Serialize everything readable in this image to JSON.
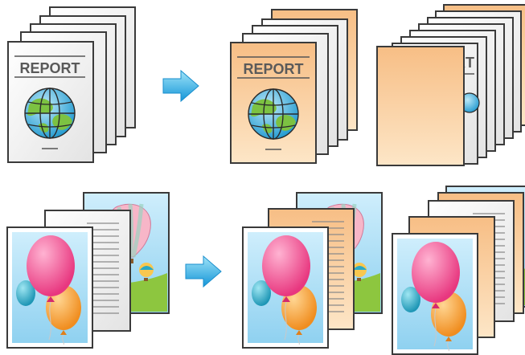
{
  "panels": {
    "top_left": {
      "cover_title": "REPORT"
    },
    "top_middle": {
      "cover_title": "REPORT"
    },
    "top_right": {
      "partial_title": "RT"
    }
  },
  "colors": {
    "page_outline": "#3a3a3a",
    "page_fill": "#ffffff",
    "page_shade": "#e6e6e6",
    "tint_light": "#fde1bd",
    "tint_dark": "#f7be85",
    "arrow_light": "#8fdcf7",
    "arrow_dark": "#19a6e6",
    "globe_blue": "#36b1e1",
    "globe_green": "#7cc242",
    "balloon_pink": "#ef4c8f",
    "balloon_orange": "#f9a43c",
    "balloon_teal": "#2aa9c5",
    "sky_blue": "#a8dcf5"
  },
  "icons": [
    "right-arrow-icon",
    "globe-icon",
    "balloon-icon",
    "hot-air-balloon-icon"
  ]
}
